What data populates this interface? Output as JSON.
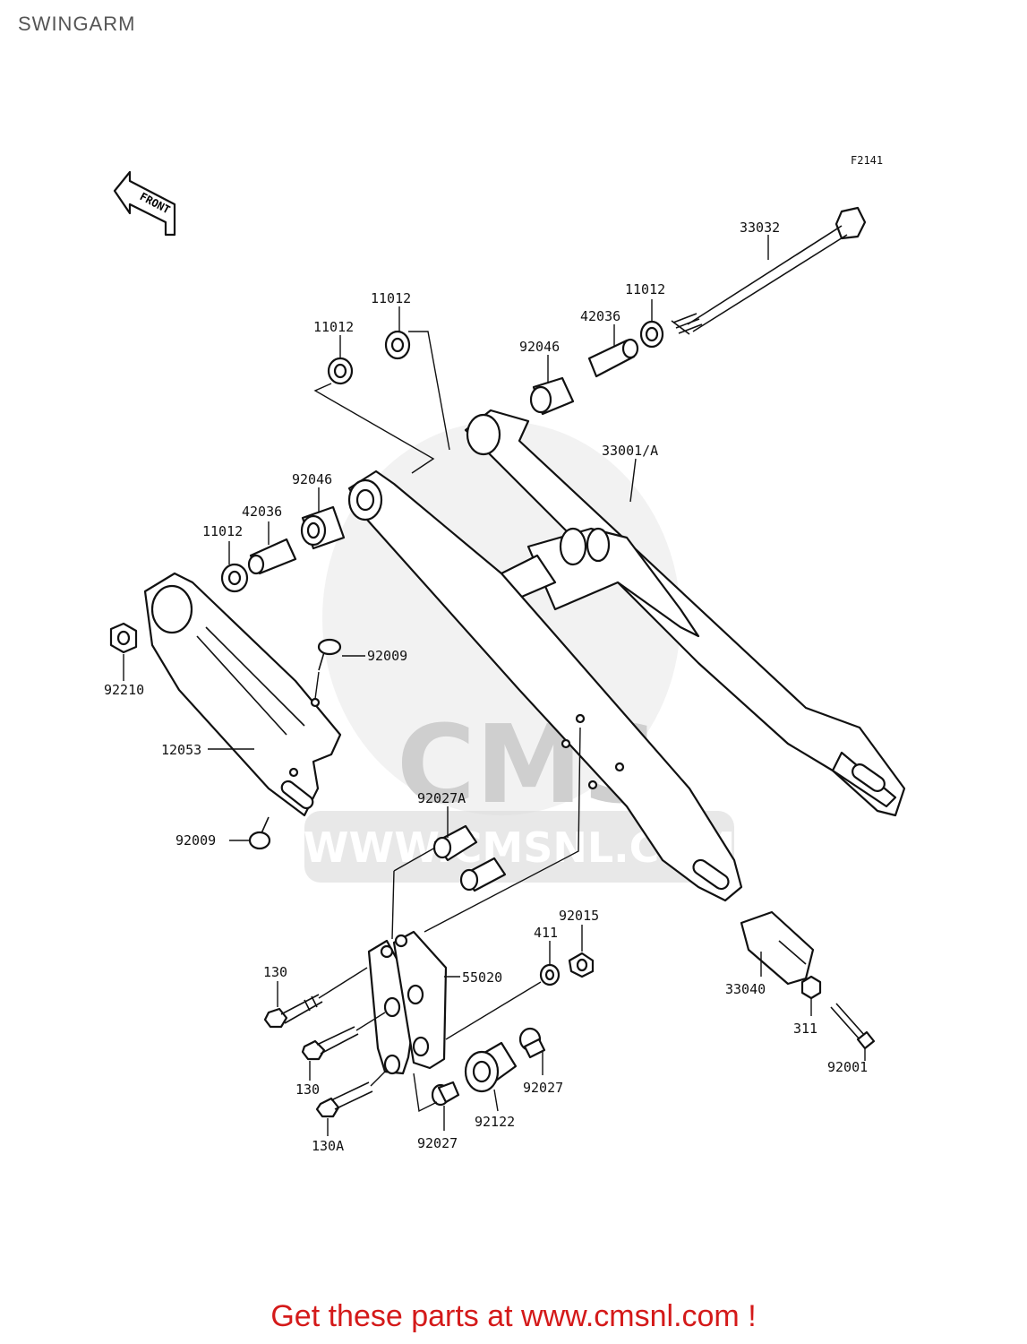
{
  "page": {
    "title": "SWINGARM",
    "figure_code": "F2141",
    "front_label": "FRONT",
    "footer_text": "Get these parts at www.cmsnl.com !",
    "accent_color": "#d41a1a"
  },
  "watermark": {
    "brand": "CMS",
    "url": "WWW.CMSNL.COM"
  },
  "callouts": [
    "33032",
    "11012",
    "11012",
    "42036",
    "11012",
    "92046",
    "33001/A",
    "92046",
    "42036",
    "11012",
    "92210",
    "92009",
    "12053",
    "92009",
    "92027A",
    "92015",
    "411",
    "55020",
    "130",
    "130",
    "130A",
    "92027",
    "92122",
    "92027",
    "33040",
    "311",
    "92001"
  ]
}
